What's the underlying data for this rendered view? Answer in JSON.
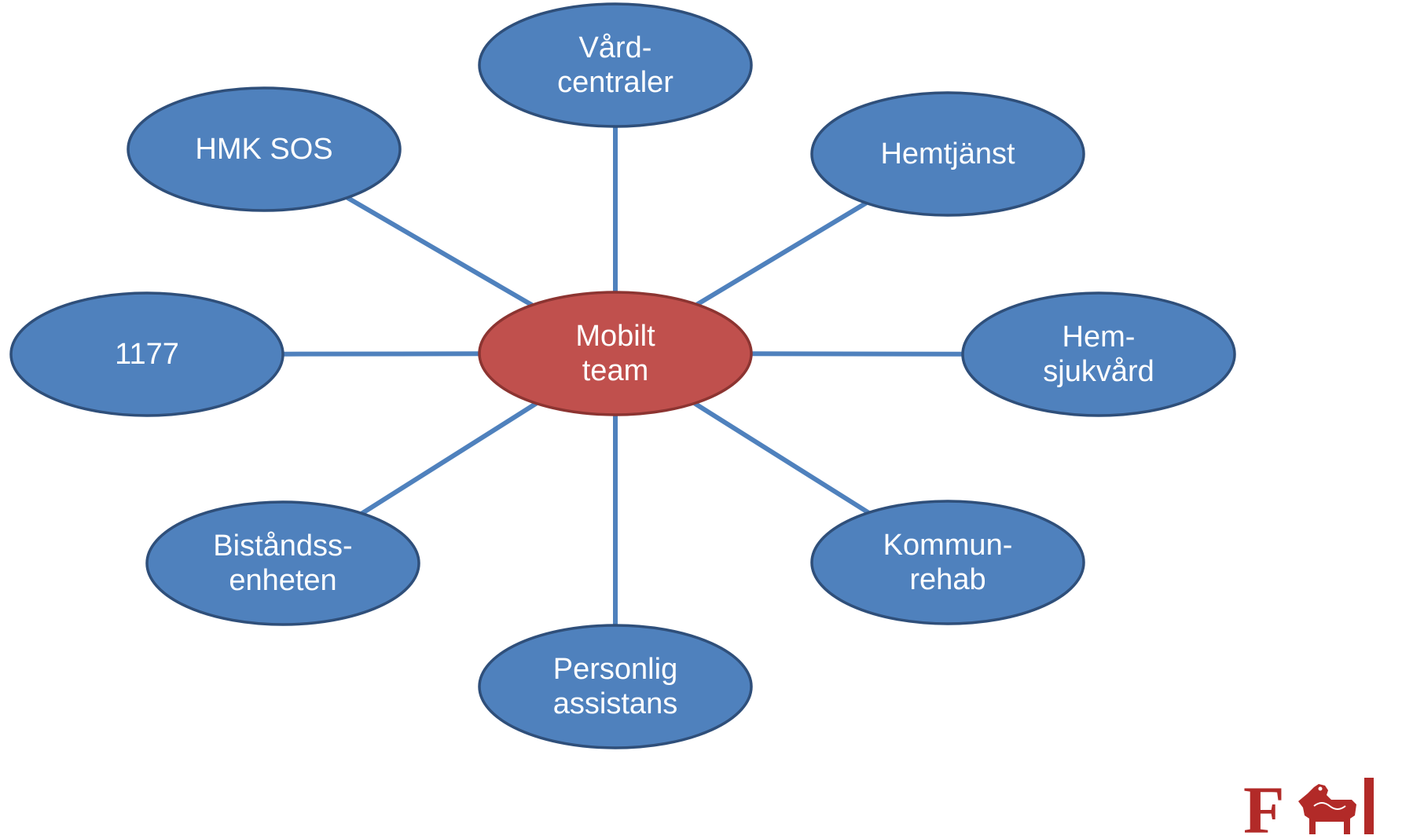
{
  "center": {
    "lines": [
      "Mobilt",
      "team"
    ]
  },
  "nodes": [
    {
      "id": "vardcentraler",
      "lines": [
        "Vård-",
        "centraler"
      ]
    },
    {
      "id": "hemtjanst",
      "lines": [
        "Hemtjänst"
      ]
    },
    {
      "id": "hemsjukvard",
      "lines": [
        "Hem-",
        "sjukvård"
      ]
    },
    {
      "id": "kommunrehab",
      "lines": [
        "Kommun-",
        "rehab"
      ]
    },
    {
      "id": "personlig-assistans",
      "lines": [
        "Personlig",
        "assistans"
      ]
    },
    {
      "id": "bistandsenheten",
      "lines": [
        "Biståndss-",
        "enheten"
      ]
    },
    {
      "id": "1177",
      "lines": [
        "1177"
      ]
    },
    {
      "id": "hmk-sos",
      "lines": [
        "HMK SOS"
      ]
    }
  ],
  "logo": {
    "letter": "F",
    "emblem": "dala-horse-icon"
  },
  "colors": {
    "outer_fill": "#4f81bd",
    "outer_stroke": "#2f4f7a",
    "center_fill": "#c0504d",
    "center_stroke": "#8c3431",
    "connector": "#4f81bd",
    "logo": "#b22a28"
  }
}
